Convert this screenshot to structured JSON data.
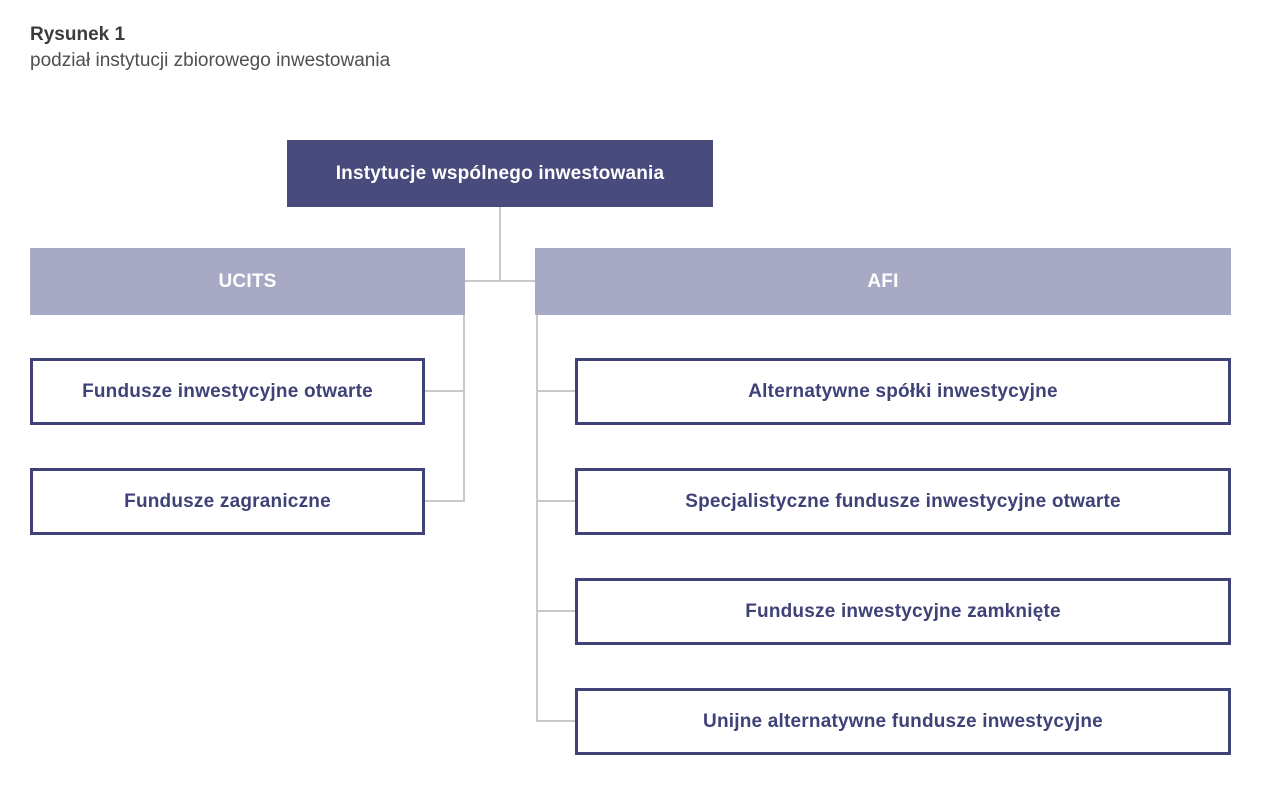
{
  "figure": {
    "label": "Rysunek 1",
    "caption": "podział instytucji zbiorowego inwestowania"
  },
  "colors": {
    "root_bg": "#484b7b",
    "branch_bg": "#a8aac5",
    "leaf_border": "#3f4277",
    "leaf_text": "#3f4277",
    "box_text": "#ffffff",
    "connector": "#c9c9c9"
  },
  "tree": {
    "root": "Instytucje wspólnego inwestowania",
    "branches": [
      {
        "label": "UCITS",
        "children": [
          "Fundusze inwestycyjne otwarte",
          "Fundusze zagraniczne"
        ]
      },
      {
        "label": "AFI",
        "children": [
          "Alternatywne spółki inwestycyjne",
          "Specjalistyczne fundusze inwestycyjne otwarte",
          "Fundusze inwestycyjne zamknięte",
          "Unijne alternatywne fundusze inwestycyjne"
        ]
      }
    ]
  }
}
